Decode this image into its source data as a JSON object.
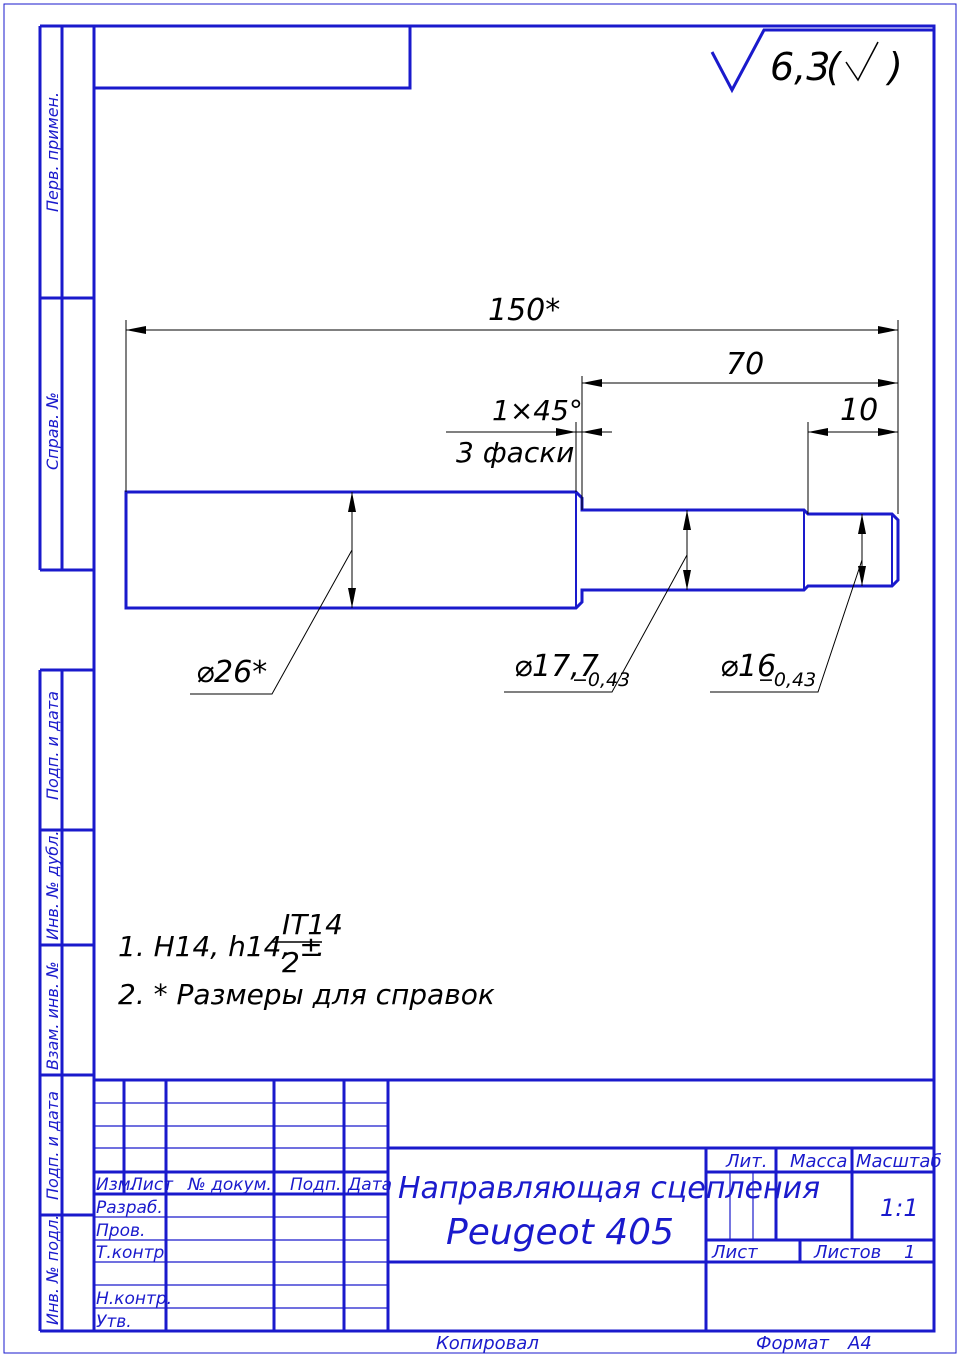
{
  "roughness": {
    "value": "6,3",
    "paren_open": "(",
    "paren_close": ")"
  },
  "dimensions": {
    "overall_length": "150*",
    "step_length": "70",
    "end_length": "10",
    "chamfer": "1×45°",
    "chamfer_note": "3 фаски",
    "dia_large": "⌀26*",
    "dia_mid": "⌀17,7",
    "dia_mid_tol": "−0,43",
    "dia_small": "⌀16",
    "dia_small_tol": "−0,43"
  },
  "notes": {
    "note1_prefix": "1. H14, h14, ±",
    "note1_frac_num": "IT14",
    "note1_frac_den": "2",
    "note1_suffix": ".",
    "note2": "2.  * Размеры для справок"
  },
  "side_stamp": {
    "perv_primen": "Перв. примен.",
    "sprav_no": "Справ. №",
    "podp_data_1": "Подп. и дата",
    "inv_dubl": "Инв. № дубл.",
    "vzam_inv": "Взам. инв. №",
    "podp_data_2": "Подп. и дата",
    "inv_podl": "Инв. № подл."
  },
  "title_block": {
    "izm": "Изм.",
    "list": "Лист",
    "dokum": "№ докум.",
    "podp": "Подп.",
    "data": "Дата",
    "razrab": "Разраб.",
    "prov": "Пров.",
    "tkontr": "Т.контр.",
    "nkontr": "Н.контр.",
    "utv": "Утв.",
    "name_line1": "Направляющая сцепления",
    "name_line2": "Peugeot 405",
    "lit": "Лит.",
    "massa": "Масса",
    "masshtab": "Масштаб",
    "scale_value": "1:1",
    "sheet": "Лист",
    "sheets": "Листов",
    "sheets_value": "1"
  },
  "footer": {
    "kopiroval": "Копировал",
    "format_label": "Формат",
    "format_value": "A4"
  }
}
